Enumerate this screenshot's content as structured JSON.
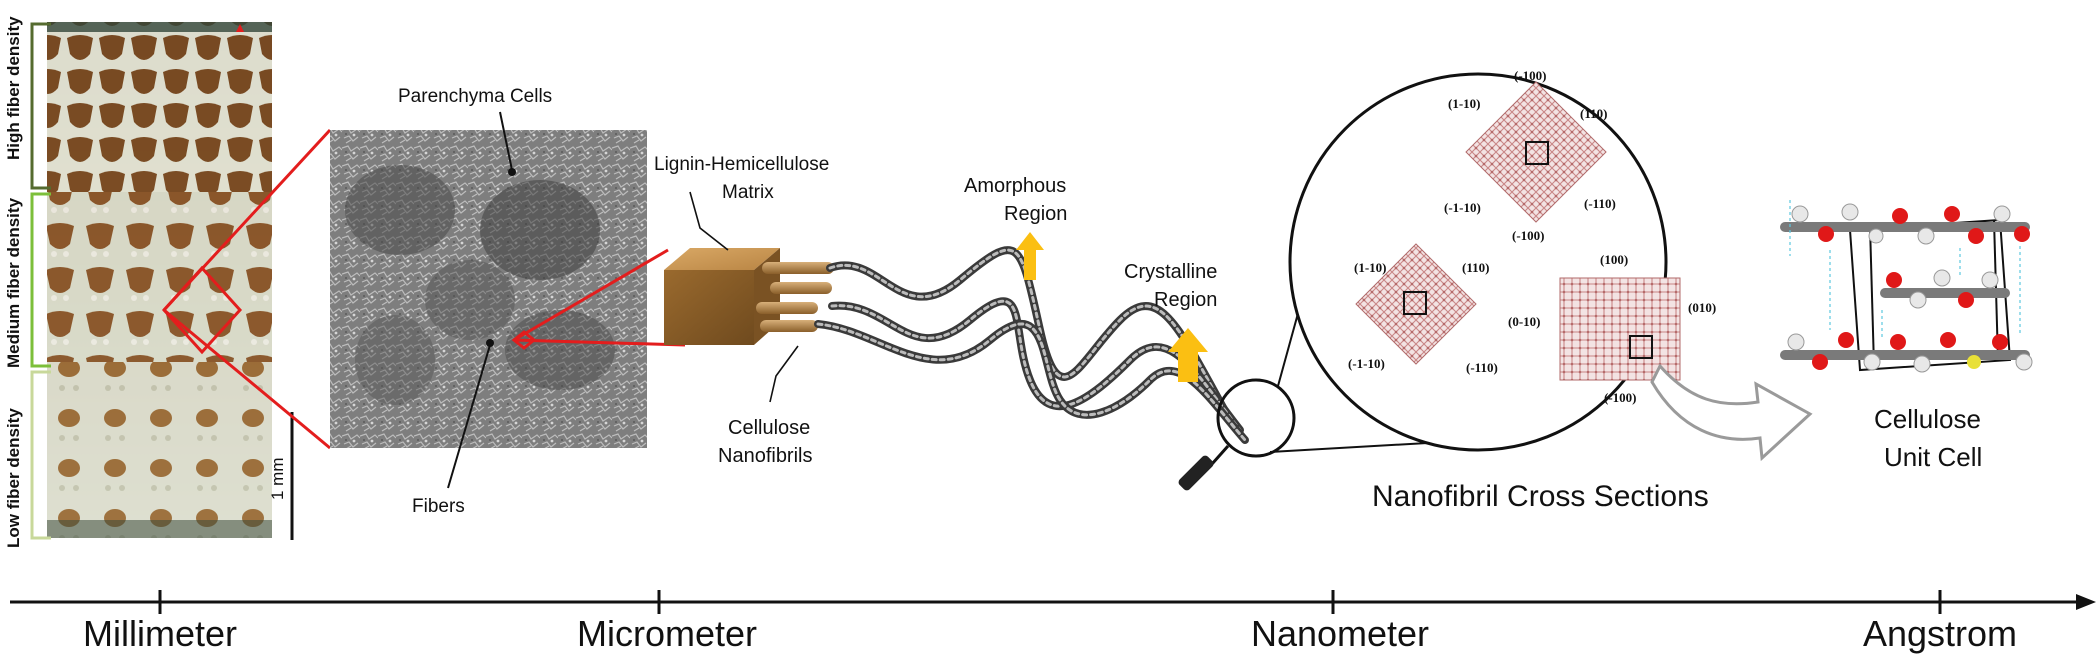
{
  "density_labels": {
    "high": "High fiber density",
    "medium": "Medium fiber density",
    "low": "Low fiber density"
  },
  "scale_bar": "1 mm",
  "sem": {
    "parenchyma": "Parenchyma Cells",
    "fibers": "Fibers"
  },
  "matrix": {
    "line1": "Lignin-Hemicellulose",
    "line2": "Matrix"
  },
  "nanofibrils": {
    "line1": "Cellulose",
    "line2": "Nanofibrils"
  },
  "amorphous": {
    "line1": "Amorphous",
    "line2": "Region"
  },
  "crystalline": {
    "line1": "Crystalline",
    "line2": "Region"
  },
  "miller": {
    "top": [
      "(-100)",
      "(1-10)",
      "(110)",
      "(-1-10)",
      "(-110)",
      "(-100)"
    ],
    "left": [
      "(1-10)",
      "(110)",
      "(-1-10)",
      "(-110)"
    ],
    "right": [
      "(100)",
      "(0-10)",
      "(010)",
      "(-100)"
    ]
  },
  "cross_sections_title": "Nanofibril Cross Sections",
  "unit_cell": {
    "line1": "Cellulose",
    "line2": "Unit Cell"
  },
  "scale_axis": [
    "Millimeter",
    "Micrometer",
    "Nanometer",
    "Angstrom"
  ],
  "colors": {
    "red_outline": "#e31d1d",
    "arrow_yellow": "#fbbf12",
    "crystal_pink": "#c98686",
    "oxygen_red": "#e01818"
  }
}
